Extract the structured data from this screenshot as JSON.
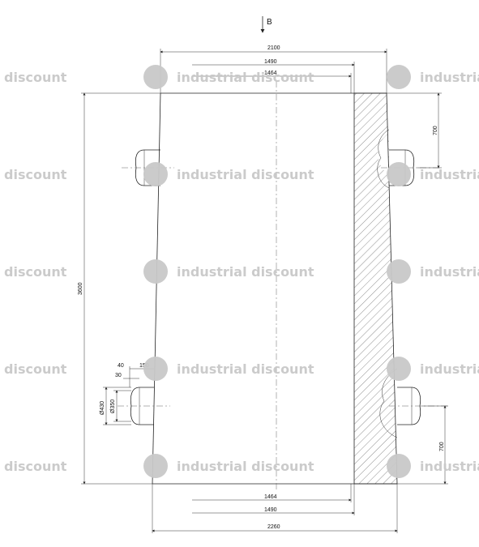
{
  "view_label": "B",
  "dimensions": {
    "top_overall": "2100",
    "top_mid": "1490",
    "top_inner": "1464",
    "bottom_inner": "1464",
    "bottom_mid": "1490",
    "bottom_overall": "2260",
    "height": "3600",
    "right_upper": "700",
    "right_lower": "700",
    "bollard_40": "40",
    "bollard_150": "150",
    "bollard_30": "30",
    "bollard_outer_dia": "Ø430",
    "bollard_inner_dia": "Ø350"
  },
  "watermark": {
    "word_industrial": "industrial",
    "word_discount": "discount",
    "full": "industrial discount"
  }
}
